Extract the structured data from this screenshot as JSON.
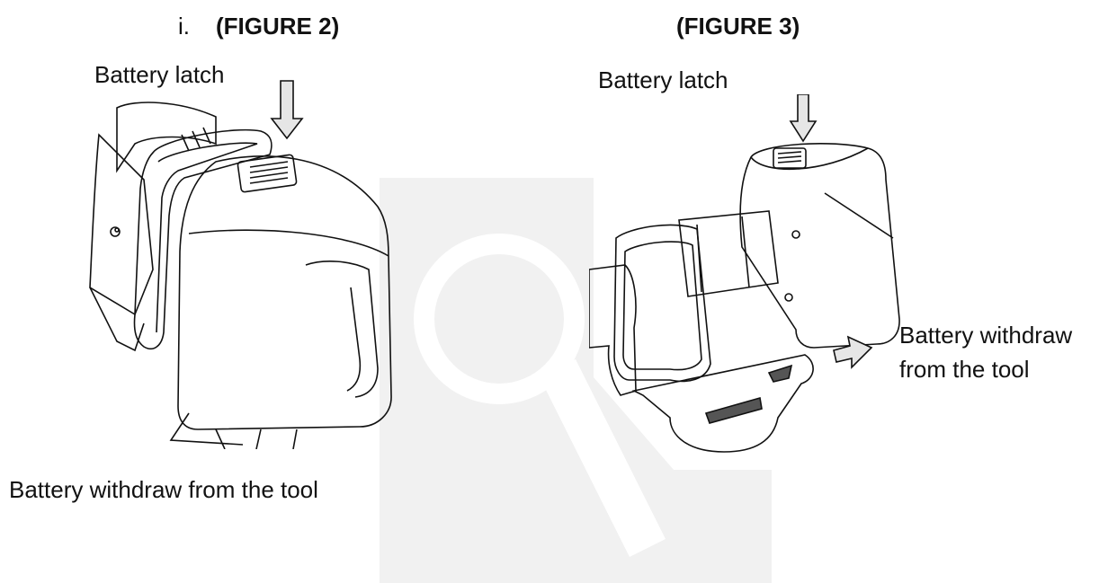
{
  "figure2": {
    "list_marker": "i.",
    "heading": "(FIGURE 2)",
    "latch_label": "Battery latch",
    "withdraw_label": "Battery withdraw from the tool"
  },
  "figure3": {
    "heading": "(FIGURE 3)",
    "latch_label": "Battery latch",
    "withdraw_line1": "Battery withdraw",
    "withdraw_line2": "from the tool"
  },
  "colors": {
    "ink": "#111111",
    "watermark": "#f1f1f1",
    "arrow_fill": "#e6e6e6"
  },
  "icons": {
    "watermark": "magnifier-logo-watermark",
    "arrow_down": "down-arrow-icon",
    "arrow_right": "right-arrow-icon"
  }
}
